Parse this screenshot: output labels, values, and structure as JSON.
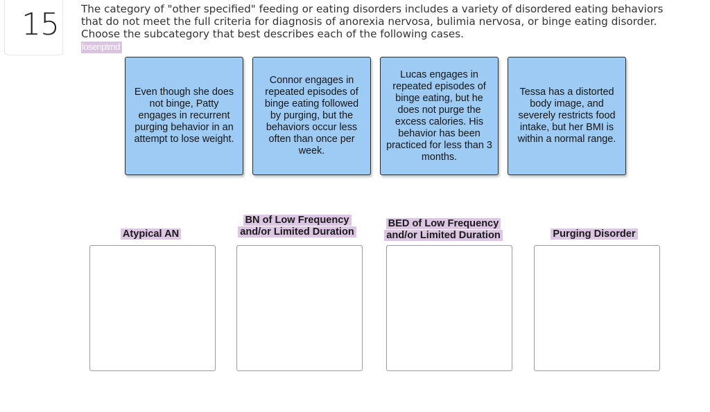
{
  "question": {
    "number": "15",
    "text": "The category of \"other specified\" feeding or eating disorders includes a variety of disordered eating behaviors that do not meet the full criteria for diagnosis of anorexia nervosa, bulimia nervosa, or binge eating disorder. Choose the subcategory that best describes each of the following cases.",
    "tag": "losenptrnd"
  },
  "cards": [
    {
      "text": "Even though she does not binge, Patty engages in recurrent purging behavior in an attempt to lose weight."
    },
    {
      "text": "Connor engages in repeated episodes of binge eating followed by purging, but the behaviors occur less often than once per week."
    },
    {
      "text": "Lucas engages in repeated episodes of binge eating, but he does not purge the excess calories. His behavior has been practiced for less than 3 months."
    },
    {
      "text": "Tessa has a distorted body image, and severely restricts food intake, but her BMI is within a normal range."
    }
  ],
  "categories": [
    {
      "label": "Atypical AN"
    },
    {
      "label": "BN of Low Frequency and/or Limited Duration"
    },
    {
      "label": "BED of Low Frequency and/or Limited Duration"
    },
    {
      "label": "Purging Disorder"
    }
  ]
}
